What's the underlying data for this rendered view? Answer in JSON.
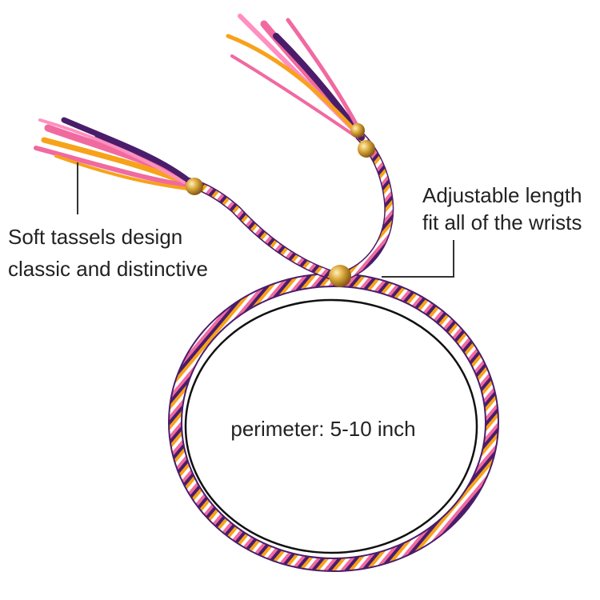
{
  "annotations": {
    "tassels": {
      "line1": "Soft tassels design",
      "line2": "classic and distinctive"
    },
    "adjustable": {
      "line1": "Adjustable length",
      "line2": "fit all of the wrists"
    },
    "perimeter": "perimeter: 5-10 inch"
  },
  "colors": {
    "background": "#ffffff",
    "cord_purple": "#4a1d6b",
    "cord_pink": "#f06aa0",
    "cord_orange": "#f7a21b",
    "cord_white": "#ffffff",
    "bead_gold": "#c8962e",
    "outline": "#111111",
    "leader_line": "#333333"
  }
}
